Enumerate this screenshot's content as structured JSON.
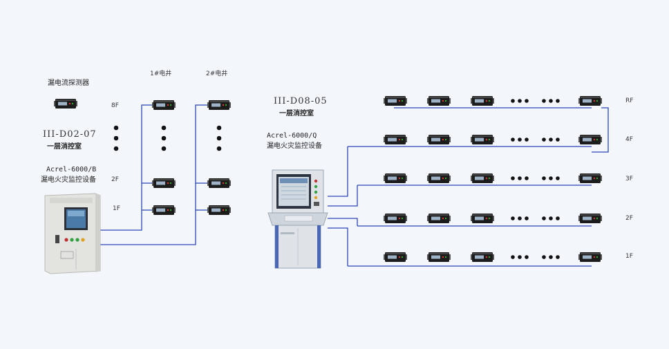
{
  "left_system": {
    "detector_label": "漏电流探测器",
    "code": "III-D02-07",
    "room": "一层消控室",
    "model": "Acrel-6000/B",
    "device_name": "漏电火灾监控设备"
  },
  "shafts": [
    "1#电井",
    "2#电井"
  ],
  "left_floors": [
    "8F",
    "2F",
    "1F"
  ],
  "right_system": {
    "code": "III-D08-05",
    "room": "一层消控室",
    "model": "Acrel-6000/Q",
    "device_name": "漏电火灾监控设备"
  },
  "right_floors": [
    "RF",
    "4F",
    "3F",
    "2F",
    "1F"
  ],
  "colors": {
    "wire": "#2b43b8",
    "device": "#1a1a1a",
    "screen": "#cfd8e0",
    "cabinet": "#e6e6e3",
    "console": "#dfe3e8"
  }
}
